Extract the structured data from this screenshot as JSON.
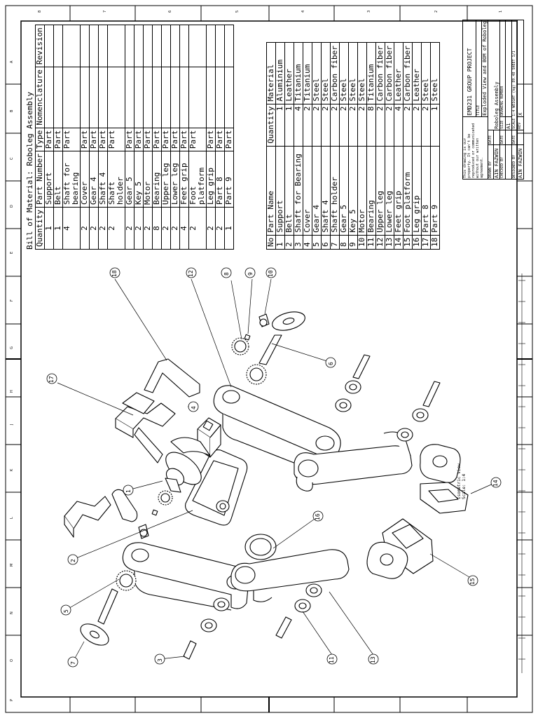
{
  "bom": {
    "title": "Bill of Material: Roboleg Assembly",
    "headers": [
      "Quantity",
      "Part Number",
      "Type",
      "Nomenclature",
      "Revision"
    ],
    "rows": [
      [
        "1",
        "Support",
        "Part",
        "",
        ""
      ],
      [
        "1",
        "Belt",
        "Part",
        "",
        ""
      ],
      [
        "4",
        "Shaft for bearing",
        "Part",
        "",
        ""
      ],
      [
        "2",
        "Cover",
        "Part",
        "",
        ""
      ],
      [
        "2",
        "Gear 4",
        "Part",
        "",
        ""
      ],
      [
        "2",
        "Shaft 4",
        "Part",
        "",
        ""
      ],
      [
        "2",
        "Shaft holder",
        "Part",
        "",
        ""
      ],
      [
        "2",
        "Gear 5",
        "Part",
        "",
        ""
      ],
      [
        "2",
        "Key 5",
        "Part",
        "",
        ""
      ],
      [
        "2",
        "Motor",
        "Part",
        "",
        ""
      ],
      [
        "8",
        "Bearing",
        "Part",
        "",
        ""
      ],
      [
        "2",
        "Upper leg",
        "Part",
        "",
        ""
      ],
      [
        "2",
        "Lower leg",
        "Part",
        "",
        ""
      ],
      [
        "4",
        "Feet grip",
        "Part",
        "",
        ""
      ],
      [
        "2",
        "Foot platform",
        "Part",
        "",
        ""
      ],
      [
        "2",
        "Leg grip",
        "Part",
        "",
        ""
      ],
      [
        "2",
        "Part 8",
        "Part",
        "",
        ""
      ],
      [
        "1",
        "Part 9",
        "Part",
        "",
        ""
      ]
    ]
  },
  "parts_list": {
    "headers": [
      "No",
      "Part Name",
      "Quantity",
      "Material"
    ],
    "rows": [
      [
        "1",
        "Support",
        "1",
        "Aluminium"
      ],
      [
        "2",
        "Belt",
        "1",
        "Leather"
      ],
      [
        "3",
        "Shaft for Bearing",
        "4",
        "Titanium"
      ],
      [
        "4",
        "Cover",
        "2",
        "Titanium"
      ],
      [
        "5",
        "Gear 4",
        "2",
        "Steel"
      ],
      [
        "6",
        "Shaft 4",
        "2",
        "Steel"
      ],
      [
        "7",
        "Shaft holder",
        "2",
        "Carbon fiber"
      ],
      [
        "8",
        "Gear 5",
        "2",
        "Steel"
      ],
      [
        "9",
        "Key 5",
        "2",
        "Steel"
      ],
      [
        "10",
        "Motor",
        "2",
        "Steel"
      ],
      [
        "11",
        "Bearing",
        "8",
        "Titanium"
      ],
      [
        "12",
        "Upper leg",
        "2",
        "Carbon fiber"
      ],
      [
        "13",
        "Lower leg",
        "2",
        "Carbon fiber"
      ],
      [
        "14",
        "Feet grip",
        "4",
        "Leather"
      ],
      [
        "15",
        "Foot platform",
        "2",
        "Carbon fiber"
      ],
      [
        "16",
        "Leg grip",
        "2",
        "Leather"
      ],
      [
        "17",
        "Part 8",
        "2",
        "Steel"
      ],
      [
        "18",
        "Part 9",
        "1",
        "Steel"
      ]
    ]
  },
  "title_block": {
    "project": "EMD231 GROUP PROJECT",
    "drawing_title": "Exploded View and BOM of Roboleg",
    "subtitle": "Roboleg Assembly",
    "drawn_by_label": "DRAWN BY",
    "drawn_by": "AIN FAZWIN",
    "checked_by_label": "CHECKED BY",
    "designed_by_label": "DESIGNED BY",
    "designed_by": "AIN FAZWIN",
    "date_label": "DATE",
    "size_label": "SIZE",
    "size": "A1",
    "drawing_number_label": "DRAWING NUMBER",
    "rev_label": "REV",
    "rev": "X",
    "scale": "SCALE 1:4",
    "weight": "WEIGHT (kg) 89.48",
    "sheet": "SHEET 1/1",
    "note": "This drawing is our property. It can't be reproduced or communicated without our written agreement."
  },
  "view_label": {
    "line1": "Isometric view",
    "line2": "Scale: 1:4"
  },
  "balloons": [
    "1",
    "2",
    "3",
    "4",
    "5",
    "6",
    "7",
    "8",
    "9",
    "10",
    "11",
    "12",
    "13",
    "14",
    "15",
    "16",
    "17",
    "18"
  ],
  "border": {
    "top_zones": [
      "8",
      "7",
      "6",
      "5",
      "4",
      "3",
      "2",
      "1"
    ],
    "side_zones": [
      "A",
      "B",
      "C",
      "D",
      "E",
      "F",
      "G",
      "H",
      "J",
      "K",
      "L",
      "M",
      "N",
      "O",
      "P"
    ]
  }
}
